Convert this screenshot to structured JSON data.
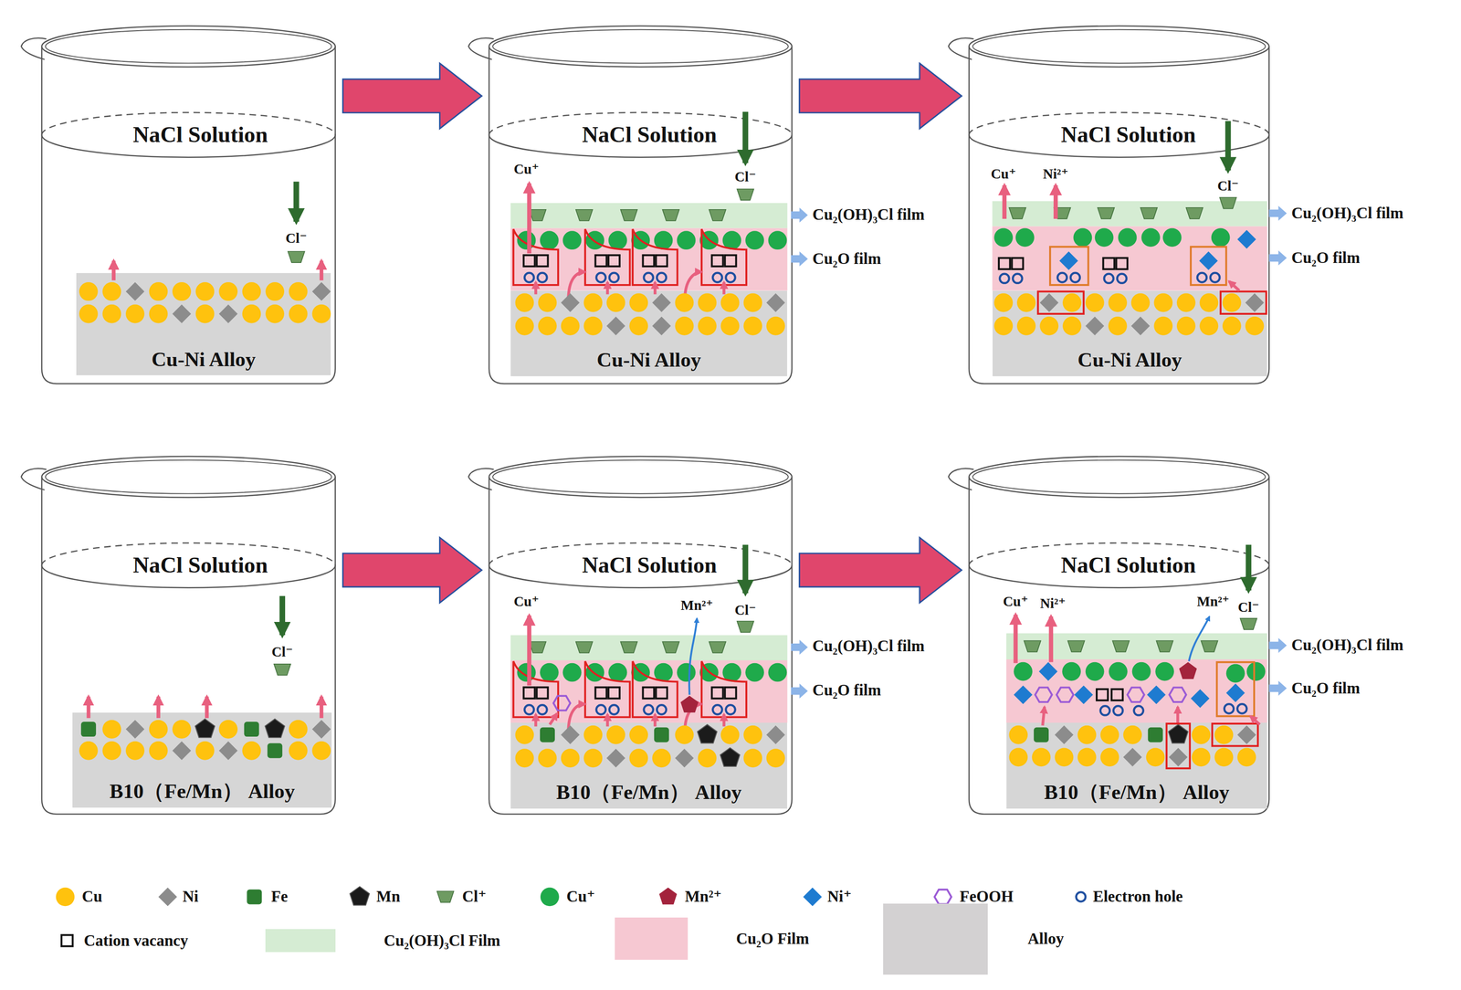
{
  "diagram": {
    "nodes": [
      {
        "text": [
          "NaCl Solution"
        ]
      },
      {
        "text": [
          "Cu-Ni Alloy"
        ],
        "in": 0
      },
      {
        "text": [
          "NaCl Solution"
        ]
      },
      {
        "text": [
          "Cu-Ni Alloy"
        ],
        "in": 2
      },
      {
        "text": [
          "NaCl Solution"
        ]
      },
      {
        "text": [
          "Cu-Ni Alloy"
        ],
        "in": 4
      },
      {
        "text": [
          "NaCl Solution"
        ]
      },
      {
        "text": [
          "B10（Fe/Mn） Alloy"
        ],
        "in": 6
      },
      {
        "text": [
          "NaCl Solution"
        ]
      },
      {
        "text": [
          "B10（Fe/Mn） Alloy"
        ],
        "in": 8
      },
      {
        "text": [
          "NaCl Solution"
        ]
      },
      {
        "text": [
          "B10（Fe/Mn） Alloy"
        ],
        "in": 10
      }
    ],
    "edges": [
      {
        "from": 0,
        "to": 2,
        "arrow": "to"
      },
      {
        "from": 2,
        "to": 4,
        "arrow": "to"
      },
      {
        "from": 6,
        "to": 8,
        "arrow": "to"
      },
      {
        "from": 8,
        "to": 10,
        "arrow": "to"
      }
    ],
    "labels": [
      "Cl⁻",
      "Cu⁺",
      "Cl⁻",
      "Cu₂(OH)₃Cl film",
      "Cu₂O film",
      "Cu⁺",
      "Ni²⁺",
      "Cl⁻",
      "Cu₂(OH)₃Cl film",
      "Cu₂O film",
      "Cl⁻",
      "Cu⁺",
      "Mn²⁺",
      "Cl⁻",
      "Cu₂(OH)₃Cl film",
      "Cu₂O film",
      "Cu⁺",
      "Ni²⁺",
      "Mn²⁺",
      "Cl⁻",
      "Cu₂(OH)₃Cl film",
      "Cu₂O film"
    ],
    "legend": [
      {
        "text": "Cu"
      },
      {
        "text": "Ni"
      },
      {
        "text": "Fe"
      },
      {
        "text": "Mn"
      },
      {
        "text": "Cl⁺"
      },
      {
        "text": "Cu⁺"
      },
      {
        "text": "Mn²⁺"
      },
      {
        "text": "Ni⁺"
      },
      {
        "text": "FeOOH"
      },
      {
        "text": "Electron hole"
      },
      {
        "text": "Cation vacancy"
      },
      {
        "text": "Cu₂(OH)₃Cl Film",
        "color": "#d5ecd3"
      },
      {
        "text": "Cu₂O Film",
        "color": "#f6c8d2"
      },
      {
        "text": "Alloy",
        "color": "#d3d1d2"
      }
    ]
  }
}
